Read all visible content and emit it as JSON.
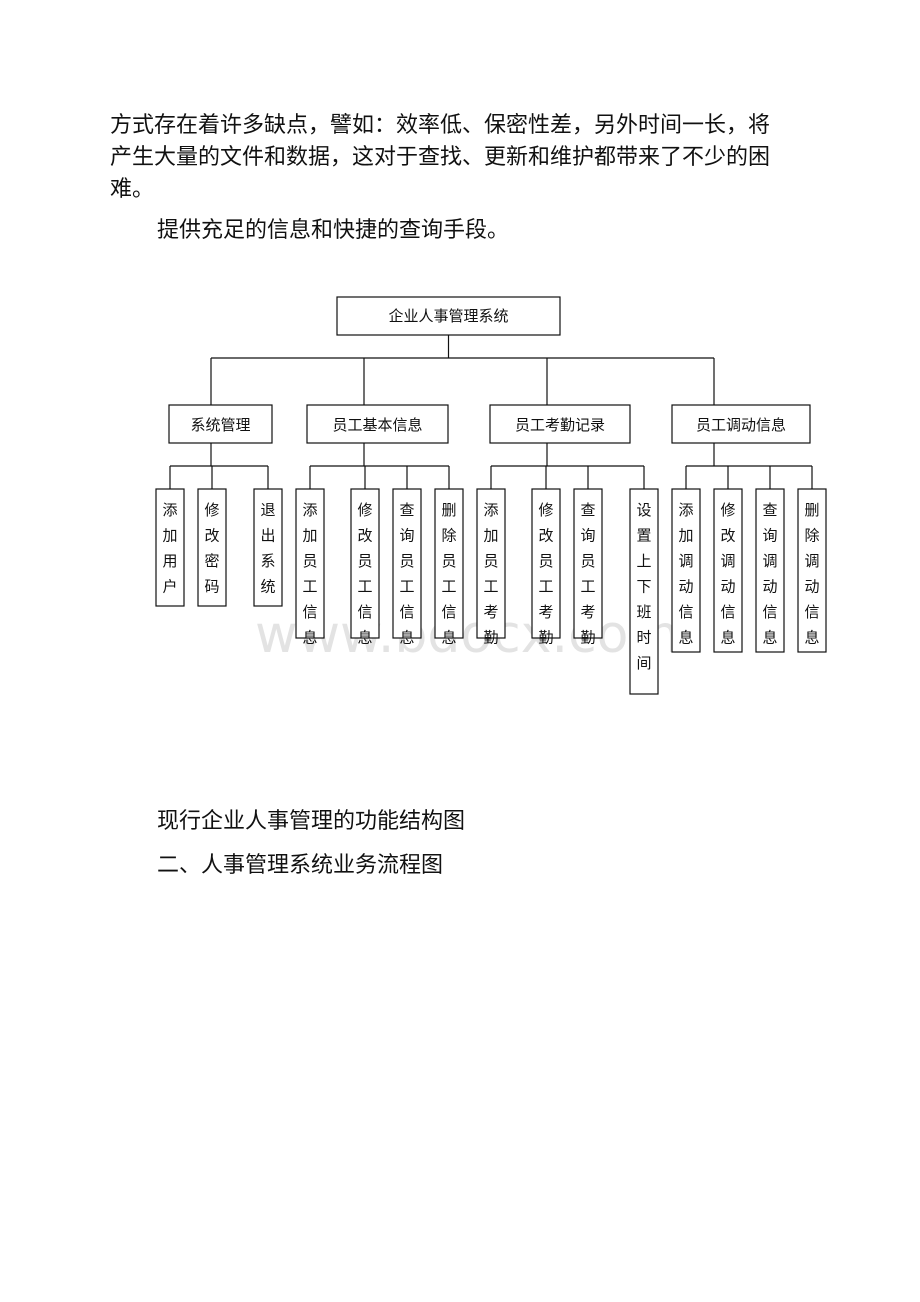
{
  "intro": {
    "line1": "方式存在着许多缺点，譬如：效率低、保密性差，另外时间一长，将",
    "line2": "产生大量的文件和数据，这对于查找、更新和维护都带来了不少的困",
    "line3": "难。"
  },
  "note": "提供充足的信息和快捷的查询手段。",
  "org_chart": {
    "root": "企业人事管理系统",
    "branches": [
      {
        "label": "系统管理",
        "leaves": [
          "添加用户",
          "修改密码",
          "退出系统"
        ]
      },
      {
        "label": "员工基本信息",
        "leaves": [
          "添加员工信息",
          "修改员工信息",
          "查询员工信息",
          "删除员工信息"
        ]
      },
      {
        "label": "员工考勤记录",
        "leaves": [
          "添加员工考勤",
          "修改员工考勤",
          "查询员工考勤",
          "设置上下班时间"
        ]
      },
      {
        "label": "员工调动信息",
        "leaves": [
          "添加调动信息",
          "修改调动信息",
          "查询调动信息",
          "删除调动信息"
        ]
      }
    ]
  },
  "watermark": "www.bdocx.com",
  "caption": "现行企业人事管理的功能结构图",
  "section_heading": "二、人事管理系统业务流程图"
}
